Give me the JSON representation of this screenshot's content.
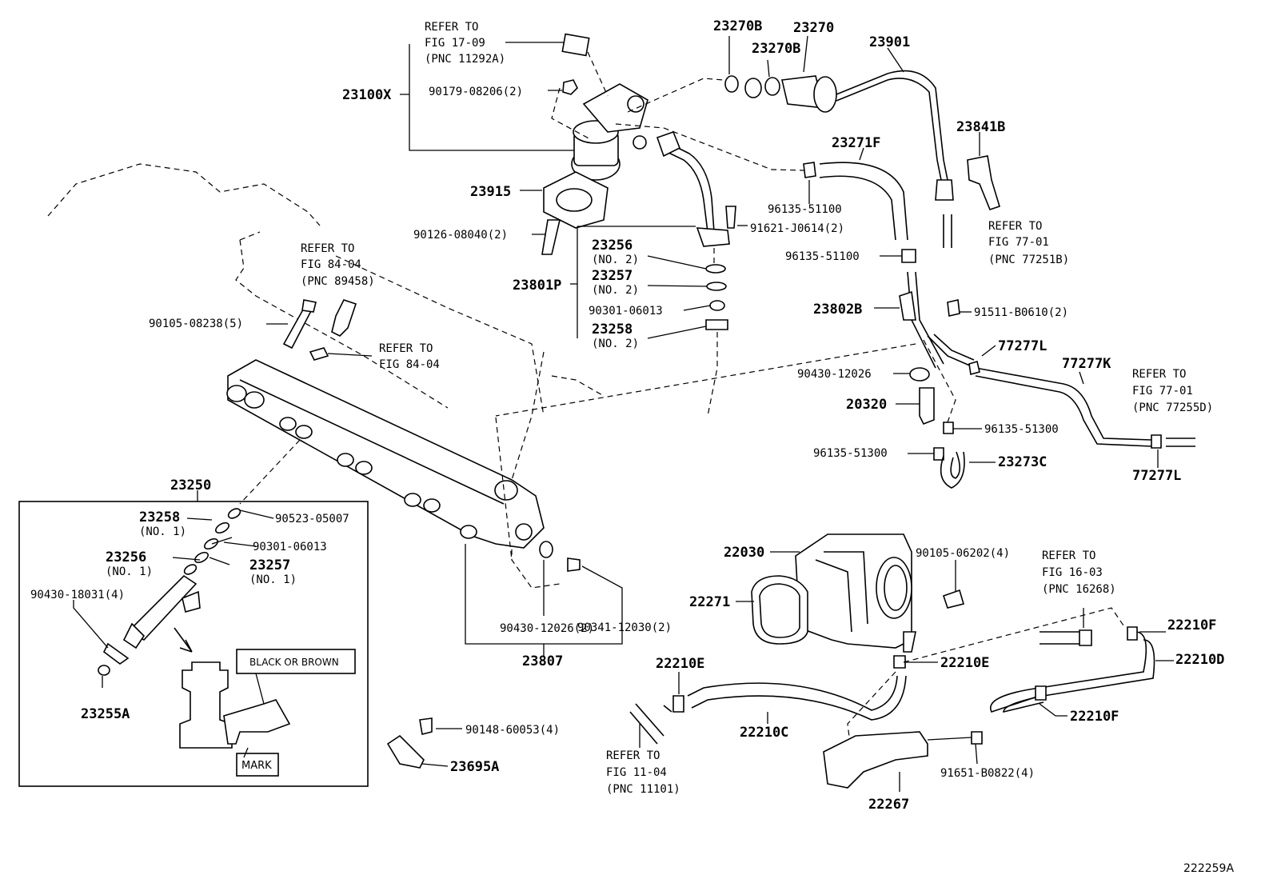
{
  "diagram_id": "222259A",
  "labels": {
    "p23100X": "23100X",
    "p23270B_a": "23270B",
    "p23270": "23270",
    "p23270B_b": "23270B",
    "p23901": "23901",
    "p23841B": "23841B",
    "p23271F": "23271F",
    "p96135_51100_a": "96135-51100",
    "p96135_51100_b": "96135-51100",
    "p23915": "23915",
    "p90126": "90126-08040(2)",
    "p91621": "91621-J0614(2)",
    "p90179": "90179-08206(2)",
    "p23256_top": "23256",
    "p23256_top_no": "(NO. 2)",
    "p23257_top": "23257",
    "p23257_top_no": "(NO. 2)",
    "p90301_top": "90301-06013",
    "p23258_top": "23258",
    "p23258_top_no": "(NO. 2)",
    "p23801P": "23801P",
    "p23802B": "23802B",
    "p91511": "91511-B0610(2)",
    "p77277L_a": "77277L",
    "p77277K": "77277K",
    "p77277L_b": "77277L",
    "p90430_12026": "90430-12026",
    "p20320": "20320",
    "p96135_51300_a": "96135-51300",
    "p96135_51300_b": "96135-51300",
    "p23273C": "23273C",
    "p90105_08238": "90105-08238(5)",
    "p23250": "23250",
    "p23258_low": "23258",
    "p23258_low_no": "(NO. 1)",
    "p90523": "90523-05007",
    "p90301_low": "90301-06013",
    "p23256_low": "23256",
    "p23256_low_no": "(NO. 1)",
    "p23257_low": "23257",
    "p23257_low_no": "(NO. 1)",
    "p90430_18031": "90430-18031(4)",
    "p23255A": "23255A",
    "black_or_brown": "BLACK OR BROWN",
    "mark": "MARK",
    "p90430_12026_2": "90430-12026(2)",
    "p90341": "90341-12030(2)",
    "p23807": "23807",
    "p90148": "90148-60053(4)",
    "p23695A": "23695A",
    "p22030": "22030",
    "p90105_06202": "90105-06202(4)",
    "p22271": "22271",
    "p22210E_a": "22210E",
    "p22210E_b": "22210E",
    "p22210F_a": "22210F",
    "p22210D": "22210D",
    "p22210F_b": "22210F",
    "p22210C": "22210C",
    "p91651": "91651-B0822(4)",
    "p22267": "22267"
  },
  "refer_notes": {
    "r1": [
      "REFER TO",
      "FIG 17-09",
      "(PNC 11292A)"
    ],
    "r2": [
      "REFER TO",
      "FIG 84-04",
      "(PNC 89458)"
    ],
    "r3": [
      "REFER TO",
      "FIG 84-04"
    ],
    "r4": [
      "REFER TO",
      "FIG 77-01",
      "(PNC 77251B)"
    ],
    "r5": [
      "REFER TO",
      "FIG 77-01",
      "(PNC 77255D)"
    ],
    "r6": [
      "REFER TO",
      "FIG 16-03",
      "(PNC 16268)"
    ],
    "r7": [
      "REFER TO",
      "FIG 11-04",
      "(PNC 11101)"
    ]
  }
}
